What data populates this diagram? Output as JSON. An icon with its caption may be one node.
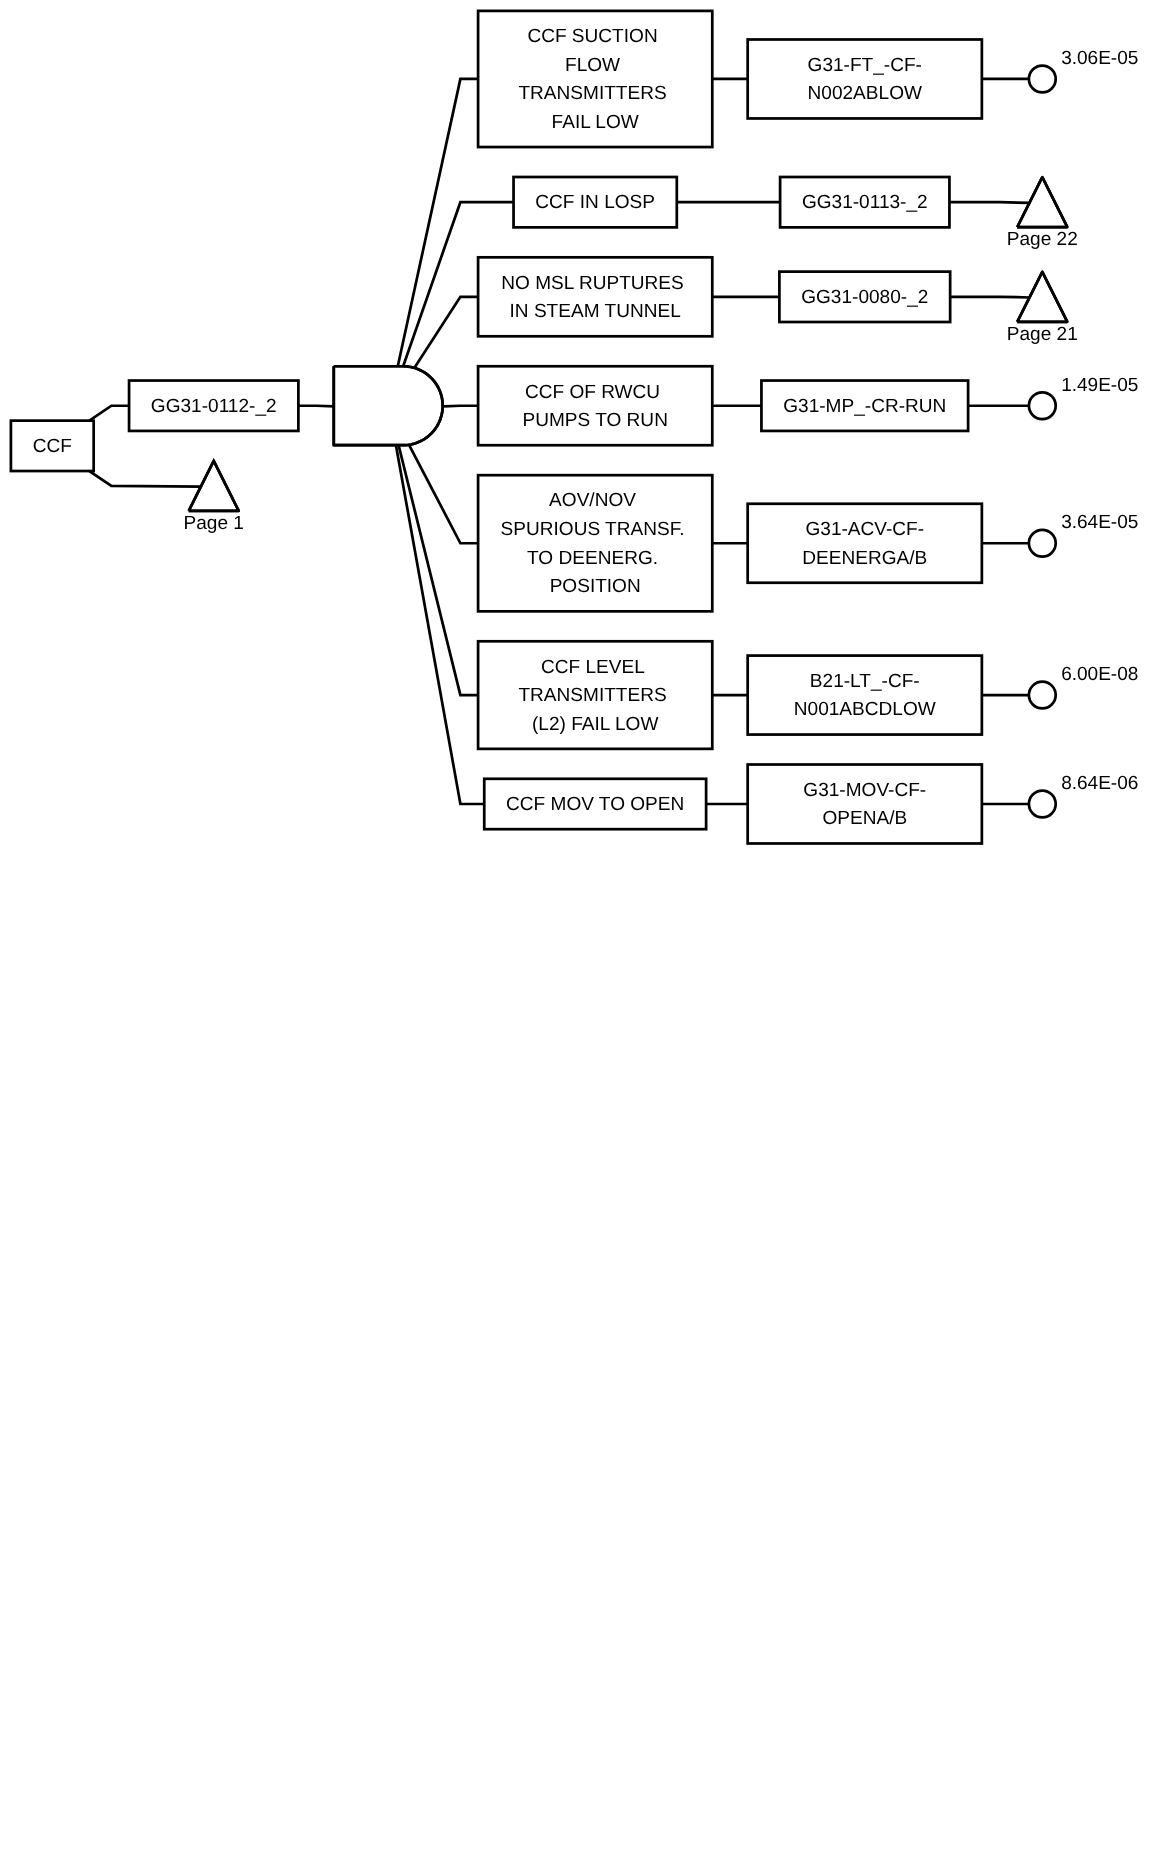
{
  "diagram": {
    "nodes": [
      {
        "text": [
          "CCF"
        ]
      },
      {
        "text": [
          "GG31-0112-_2"
        ]
      },
      {
        "text": [],
        "shape": "triangle",
        "beside": [
          "Page 1"
        ]
      },
      {
        "text": [],
        "shape": "gate"
      },
      {
        "text": [
          "CCF SUCTION FLOW TRANSMITTERS FAIL LOW"
        ]
      },
      {
        "text": [
          "G31-FT_-CF-N002ABLOW"
        ]
      },
      {
        "text": [],
        "shape": "circle",
        "beside": [
          "3.06E-05"
        ]
      },
      {
        "text": [
          "CCF IN LOSP"
        ]
      },
      {
        "text": [
          "GG31-0113-_2"
        ]
      },
      {
        "text": [],
        "shape": "triangle",
        "beside": [
          "Page 22"
        ]
      },
      {
        "text": [
          "NO MSL RUPTURES IN STEAM TUNNEL"
        ]
      },
      {
        "text": [
          "GG31-0080-_2"
        ]
      },
      {
        "text": [],
        "shape": "triangle",
        "beside": [
          "Page 21"
        ]
      },
      {
        "text": [
          "CCF OF RWCU PUMPS TO RUN"
        ]
      },
      {
        "text": [
          "G31-MP_-CR-RUN"
        ]
      },
      {
        "text": [],
        "shape": "circle",
        "beside": [
          "1.49E-05"
        ]
      },
      {
        "text": [
          "AOV/NOV SPURIOUS TRANSF. TO DEENERG. POSITION"
        ]
      },
      {
        "text": [
          "G31-ACV-CF-DEENERGA/B"
        ]
      },
      {
        "text": [],
        "shape": "circle",
        "beside": [
          "3.64E-05"
        ]
      },
      {
        "text": [
          "CCF LEVEL TRANSMITTERS (L2) FAIL LOW"
        ]
      },
      {
        "text": [
          "B21-LT_-CF-N001ABCDLOW"
        ]
      },
      {
        "text": [],
        "shape": "circle",
        "beside": [
          "6.00E-08"
        ]
      },
      {
        "text": [
          "CCF MOV TO OPEN"
        ]
      },
      {
        "text": [
          "G31-MOV-CF-OPENA/B"
        ]
      },
      {
        "text": [],
        "shape": "circle",
        "beside": [
          "8.64E-06"
        ]
      }
    ],
    "edges": [
      {
        "from": 0,
        "to": 1,
        "arrow": "none"
      },
      {
        "from": 0,
        "to": 2,
        "arrow": "none"
      },
      {
        "from": 1,
        "to": 3,
        "arrow": "none"
      },
      {
        "from": 3,
        "to": 4,
        "arrow": "none"
      },
      {
        "from": 3,
        "to": 7,
        "arrow": "none"
      },
      {
        "from": 3,
        "to": 10,
        "arrow": "none"
      },
      {
        "from": 3,
        "to": 13,
        "arrow": "none"
      },
      {
        "from": 3,
        "to": 16,
        "arrow": "none"
      },
      {
        "from": 3,
        "to": 19,
        "arrow": "none"
      },
      {
        "from": 3,
        "to": 22,
        "arrow": "none"
      },
      {
        "from": 4,
        "to": 5,
        "arrow": "none"
      },
      {
        "from": 5,
        "to": 6,
        "arrow": "none"
      },
      {
        "from": 7,
        "to": 8,
        "arrow": "none"
      },
      {
        "from": 8,
        "to": 9,
        "arrow": "none"
      },
      {
        "from": 10,
        "to": 11,
        "arrow": "none"
      },
      {
        "from": 11,
        "to": 12,
        "arrow": "none"
      },
      {
        "from": 13,
        "to": 14,
        "arrow": "none"
      },
      {
        "from": 14,
        "to": 15,
        "arrow": "none"
      },
      {
        "from": 16,
        "to": 17,
        "arrow": "none"
      },
      {
        "from": 17,
        "to": 18,
        "arrow": "none"
      },
      {
        "from": 19,
        "to": 20,
        "arrow": "none"
      },
      {
        "from": 20,
        "to": 21,
        "arrow": "none"
      },
      {
        "from": 22,
        "to": 23,
        "arrow": "none"
      },
      {
        "from": 23,
        "to": 24,
        "arrow": "none"
      }
    ]
  }
}
